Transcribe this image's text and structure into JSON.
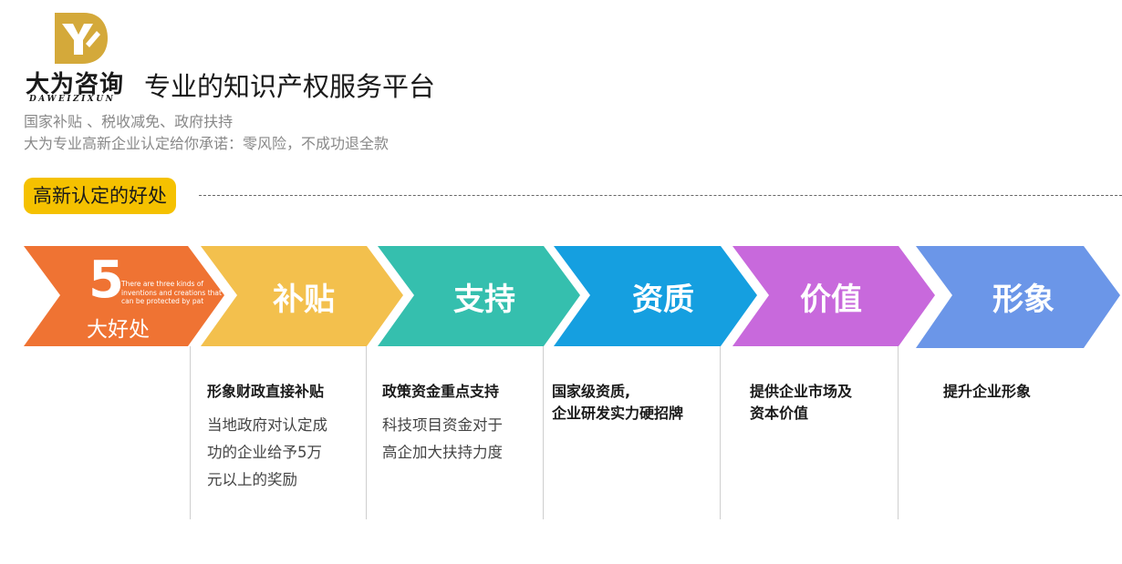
{
  "brand": {
    "name": "大为咨询",
    "pinyin": "DAWEIZIXUN",
    "slogan": "专业的知识产权服务平台",
    "colors": {
      "gold": "#d4a93a",
      "dark": "#1a1a1a"
    }
  },
  "intro": {
    "line1": "国家补贴 、税收减免、政府扶持",
    "line2": "大为专业高新企业认定给你承诺：零风险，不成功退全款"
  },
  "section": {
    "title": "高新认定的好处"
  },
  "first_arrow": {
    "number": "5",
    "small_text": "There are three kinds of inventions and creations that can be protected by pat",
    "subtitle": "大好处",
    "color": "#ef7333"
  },
  "benefits": [
    {
      "label": "补贴",
      "color": "#f3c04d",
      "title": "形象财政直接补贴",
      "body": "当地政府对认定成\n功的企业给予5万\n元以上的奖励"
    },
    {
      "label": "支持",
      "color": "#35bfae",
      "title": "政策资金重点支持",
      "body": "科技项目资金对于\n高企加大扶持力度"
    },
    {
      "label": "资质",
      "color": "#159fe0",
      "title": "国家级资质,\n企业研发实力硬招牌",
      "body": ""
    },
    {
      "label": "价值",
      "color": "#c869dc",
      "title": "提供企业市场及\n资本价值",
      "body": ""
    },
    {
      "label": "形象",
      "color": "#6b96e8",
      "title": "提升企业形象",
      "body": ""
    }
  ]
}
